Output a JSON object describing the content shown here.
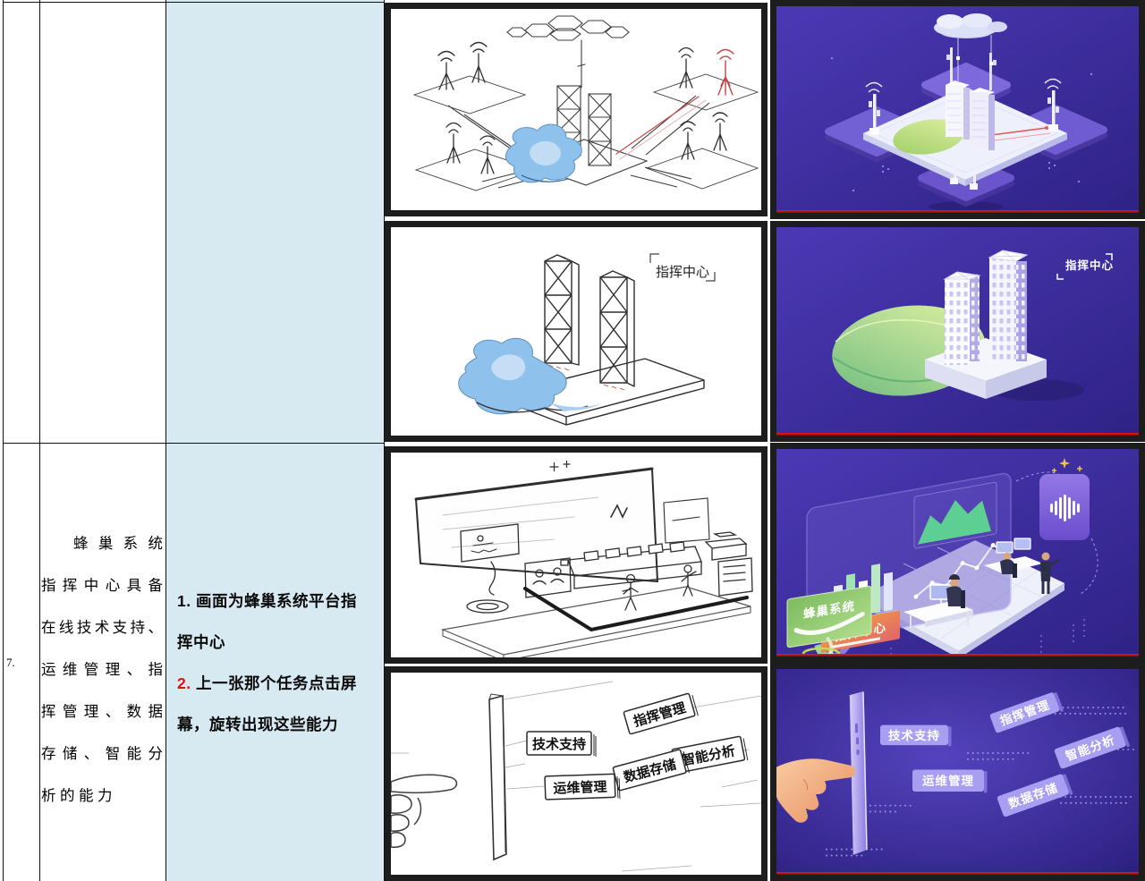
{
  "table": {
    "row_number": "7.",
    "scene_description": {
      "full_text": "蜂巢系统指挥中心具备在线技术支持、运维管理、指挥管理、数据存储、智能分析的能力",
      "lines": [
        "蜂巢系统",
        "指挥中心具备",
        "在线技术支持、",
        "运维管理、指",
        "挥管理、数据",
        "存储、智能分",
        "析的能力"
      ]
    },
    "directions": [
      {
        "num": "1.",
        "text": "画面为蜂巢系统平台指挥中心",
        "num_color": "#000000"
      },
      {
        "num": "2.",
        "text": "上一张那个任务点击屏幕，旋转出现这些能力",
        "num_color": "#ff0000"
      }
    ]
  },
  "storyboard": {
    "command_center_label": "指挥中心",
    "hive_system_label": "蜂巢系统",
    "capabilities": [
      "技术支持",
      "指挥管理",
      "智能分析",
      "数据存储",
      "运维管理"
    ]
  },
  "colors": {
    "highlight_cell": "#d8eaf1",
    "frame_border": "#1d1d1d",
    "render_background": "#37289a",
    "progress_red": "#ef1a1a",
    "sketch_blue_splash": "#8ec2ec",
    "accent_green_sign": "#7cbc5e",
    "accent_orange_banner": "#f5a43c",
    "tag_lavender": "#a89ff2"
  }
}
